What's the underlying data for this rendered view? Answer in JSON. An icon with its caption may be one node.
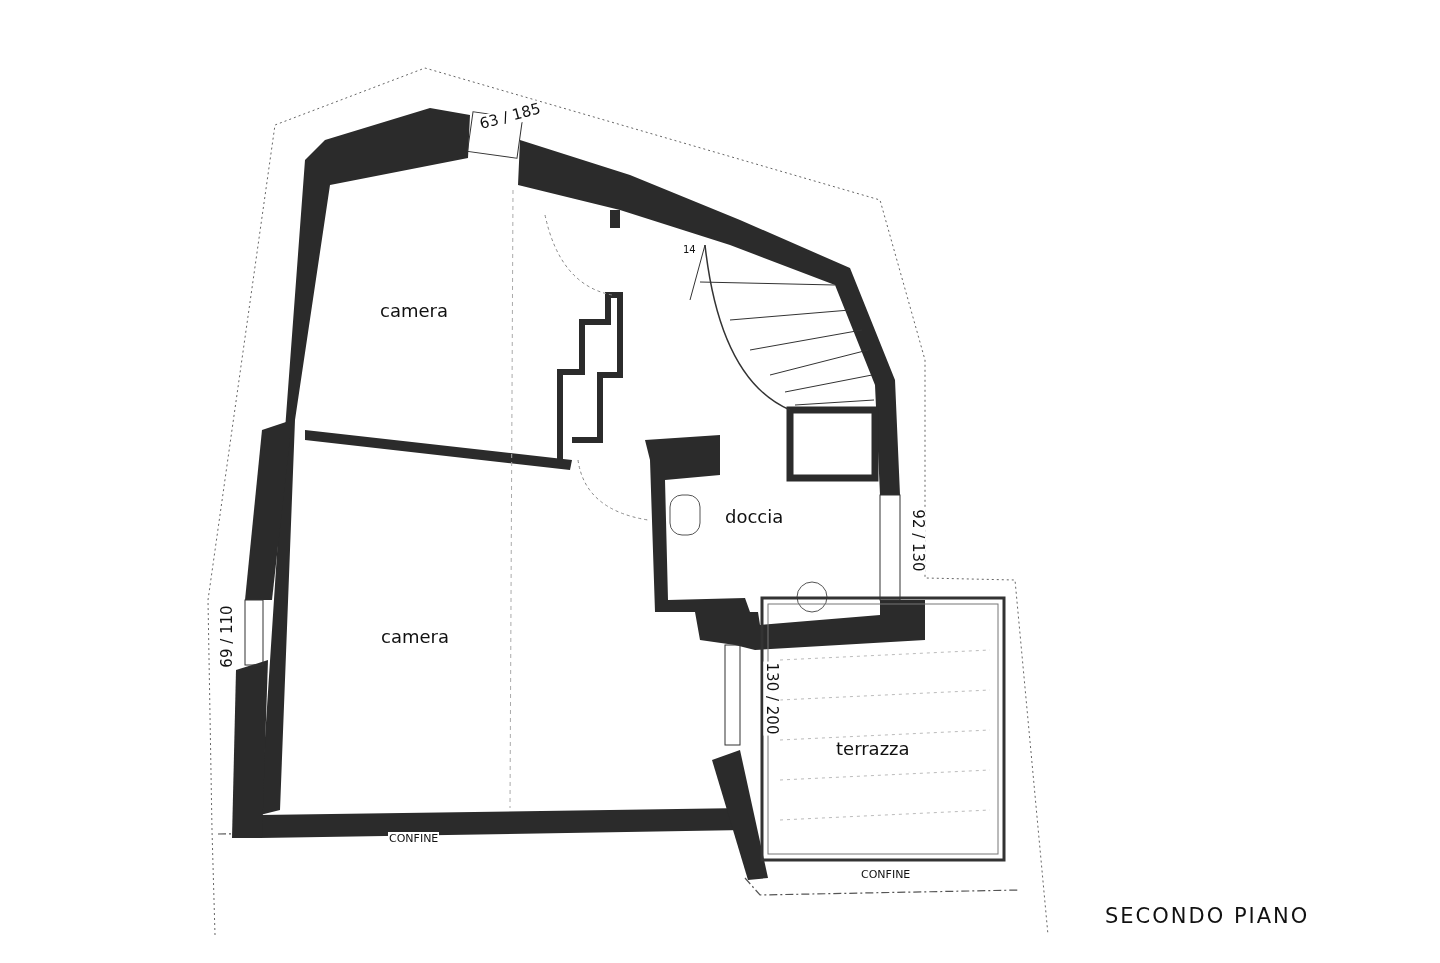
{
  "diagram": {
    "title": "SECONDO PIANO",
    "labels": [
      "63 / 185",
      "14",
      "camera",
      "doccia",
      "92 / 130",
      "camera",
      "69 / 110",
      "130 / 200",
      "terrazza",
      "CONFINE",
      "CONFINE"
    ]
  }
}
